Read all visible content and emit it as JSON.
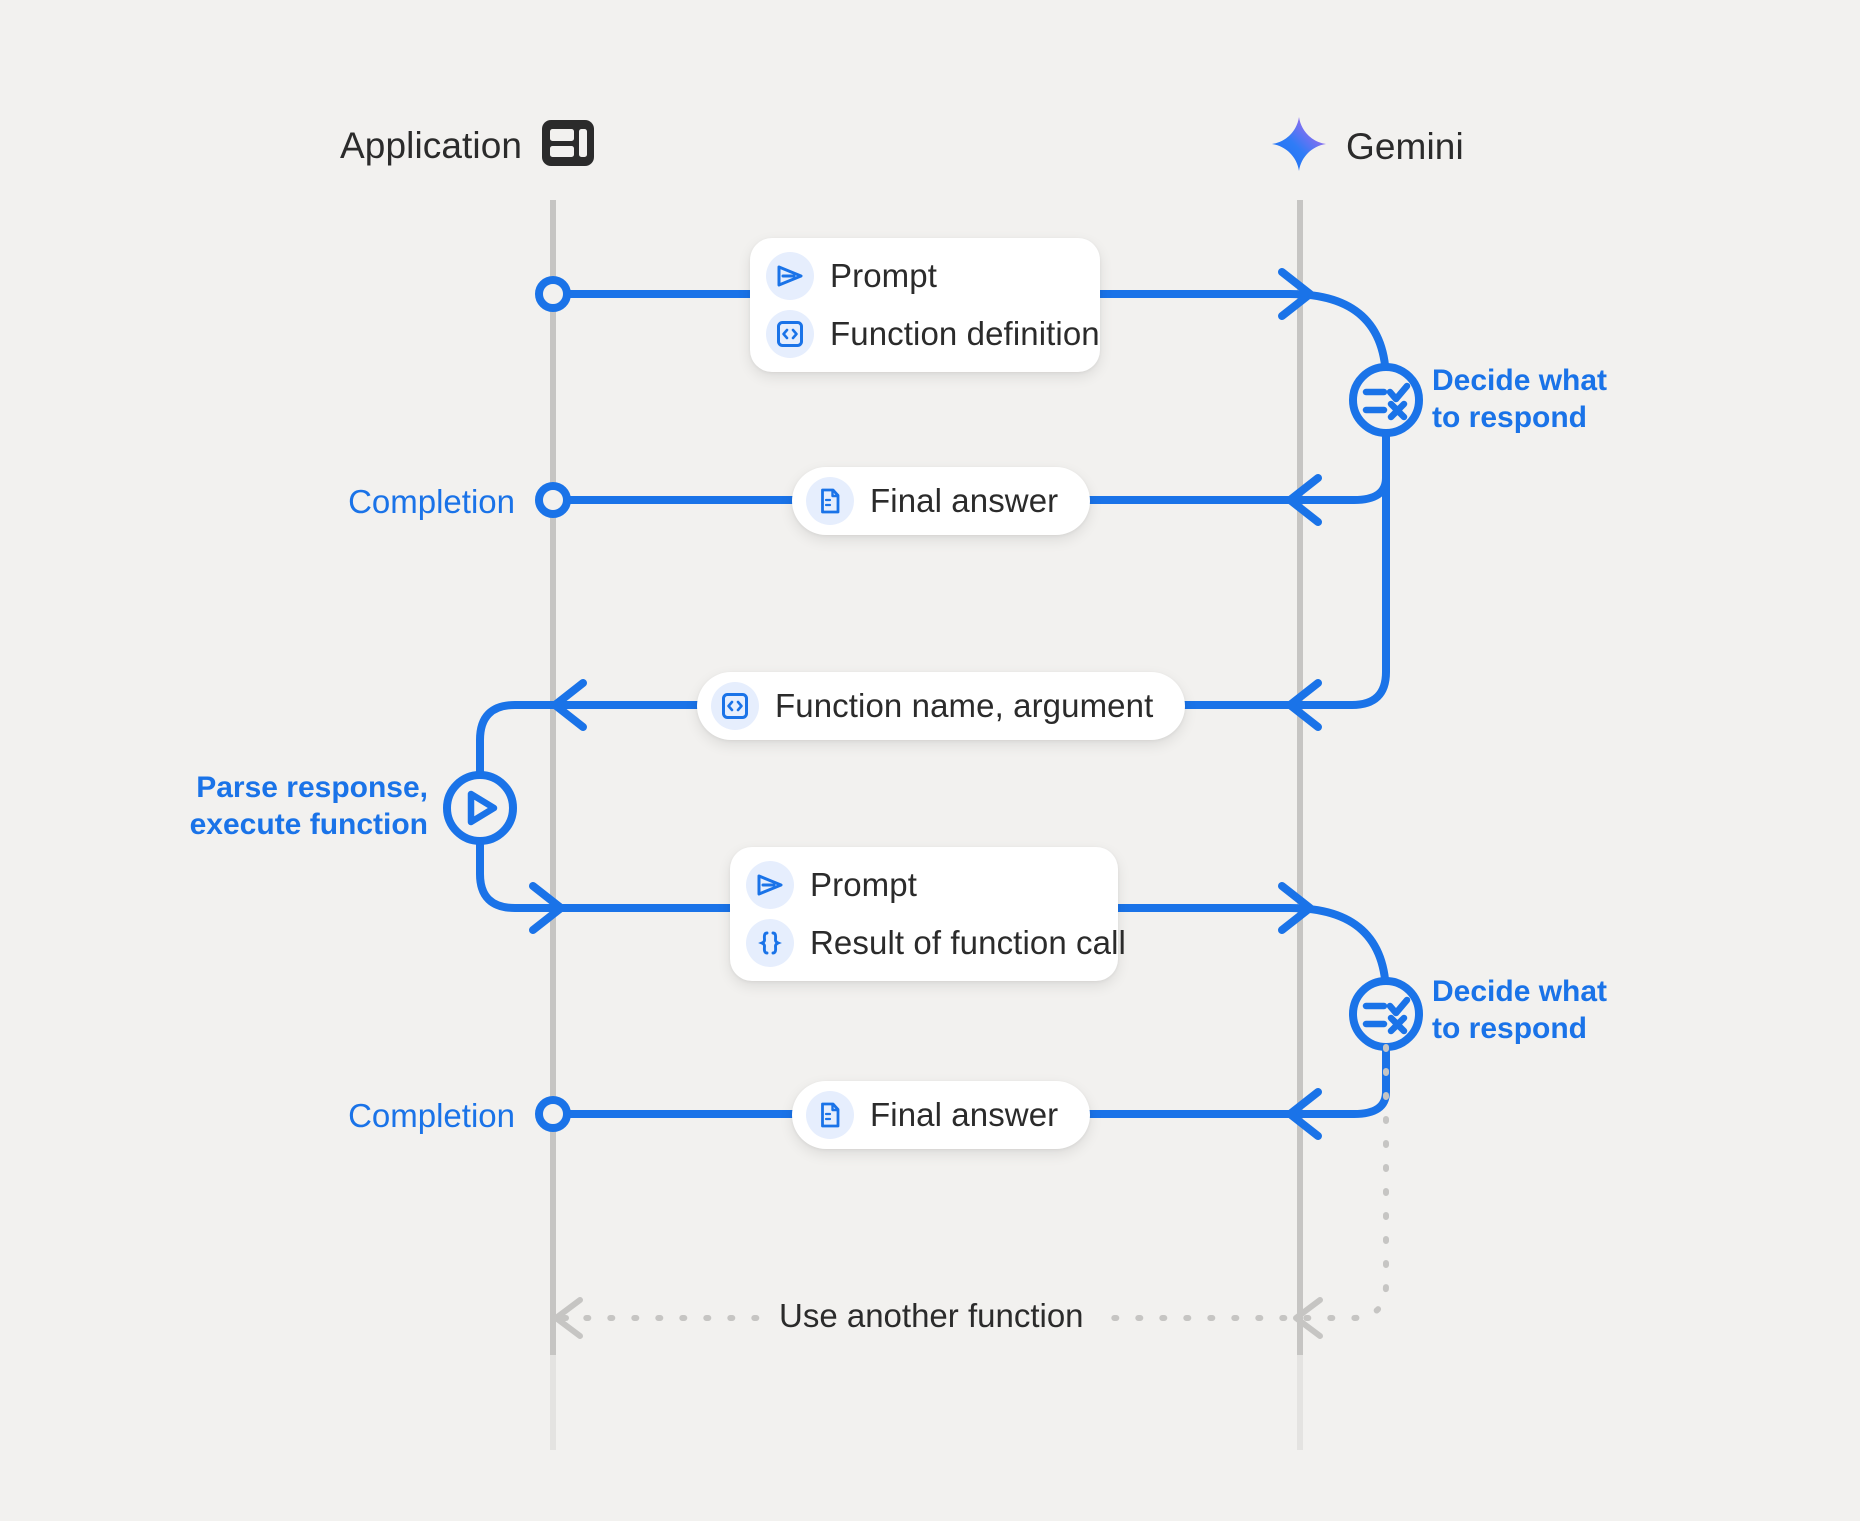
{
  "canvas": {
    "background": "#f2f1ef",
    "accent_blue": "#1a73e8",
    "lifeline_gray": "#c6c5c3",
    "text_dark": "#2b2b2b",
    "icon_bg": "#e6eefd"
  },
  "actors": [
    {
      "id": "application",
      "label": "Application",
      "icon": "dashboard-layout-icon"
    },
    {
      "id": "gemini",
      "label": "Gemini",
      "icon": "gemini-sparkle-icon"
    }
  ],
  "messages": [
    {
      "id": "prompt-function-definition",
      "direction": "app-to-gemini",
      "rows": [
        {
          "icon": "send-arrow-icon",
          "label": "Prompt"
        },
        {
          "icon": "code-brackets-icon",
          "label": "Function definition"
        }
      ]
    },
    {
      "id": "final-answer-1",
      "direction": "gemini-to-app",
      "rows": [
        {
          "icon": "document-icon",
          "label": "Final answer"
        }
      ]
    },
    {
      "id": "function-name-argument",
      "direction": "gemini-to-app",
      "rows": [
        {
          "icon": "code-brackets-icon",
          "label": "Function name,  argument"
        }
      ]
    },
    {
      "id": "prompt-result-of-function-call",
      "direction": "app-to-gemini",
      "rows": [
        {
          "icon": "send-arrow-icon",
          "label": "Prompt"
        },
        {
          "icon": "curly-braces-icon",
          "label": "Result of function call"
        }
      ]
    },
    {
      "id": "final-answer-2",
      "direction": "gemini-to-app",
      "rows": [
        {
          "icon": "document-icon",
          "label": "Final answer"
        }
      ]
    }
  ],
  "annotations": {
    "decide_1": "Decide what\nto respond",
    "decide_2": "Decide what\nto respond",
    "parse_execute": "Parse response,\nexecute function",
    "completion_1": "Completion",
    "completion_2": "Completion",
    "loop": "Use another function"
  },
  "nodes": [
    {
      "id": "decision-1",
      "icon": "rule-checklist-icon",
      "on": "gemini"
    },
    {
      "id": "decision-2",
      "icon": "rule-checklist-icon",
      "on": "gemini"
    },
    {
      "id": "execute-1",
      "icon": "play-circle-icon",
      "on": "application"
    }
  ]
}
